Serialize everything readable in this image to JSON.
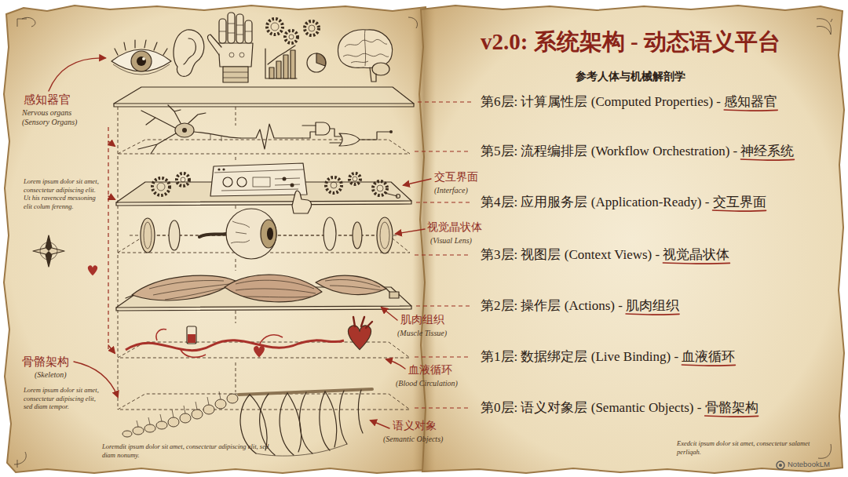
{
  "diagram": {
    "title": "v2.0: 系统架构 - 动态语义平台",
    "labels": [
      "参考人体与机械解剖学",
      "第6层: 计算属性层 (Computed Properties) - 感知器官",
      "第5层: 流程编排层 (Workflow Orchestration) - 神经系统",
      "第4层: 应用服务层 (Application-Ready) - 交互界面",
      "第3层: 视图层 (Context Views) - 视觉晶状体",
      "第2层: 操作层 (Actions) - 肌肉组织",
      "第1层: 数据绑定层 (Live Binding) - 血液循环",
      "第0层: 语义对象层 (Semantic Objects) - 骨骼架构",
      "感知器官",
      "Nervous organs (Sensory Organs)",
      "Lorem ipsum dolor sit amet, consectetur adipiscing elit. Ut his ravenced messoning elit colum ferenng.",
      "交互界面",
      "(Interface)",
      "视觉晶状体",
      "(Visual Lens)",
      "肌肉组织",
      "(Muscle Tissue)",
      "骨骼架构",
      "(Skeleton)",
      "Lorem ipsum dolor sit amet, consectetur adipiscing elit, sed diam tempor.",
      "血液循环",
      "(Blood Circulation)",
      "语义对象",
      "(Semantic Objects)",
      "Loremdit ipsum dolor sit amet, consectetur adipiscing elit, sed diam nonumy.",
      "Exedcit ipsum dolor sit amet, consectetur salamet perliqah.",
      "NotebookLM"
    ]
  }
}
